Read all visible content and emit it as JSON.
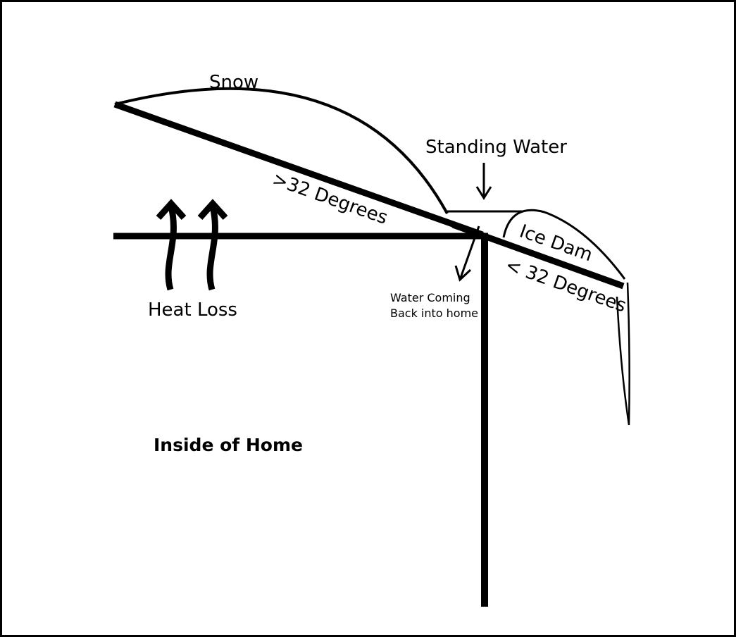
{
  "labels": {
    "snow": "Snow",
    "standing_water": "Standing Water",
    "above_freezing": ">32 Degrees",
    "ice_dam": "Ice Dam",
    "below_freezing": "< 32 Degrees",
    "heat_loss": "Heat Loss",
    "water_line1": "Water Coming",
    "water_line2": "Back into home",
    "inside": "Inside of Home"
  },
  "colors": {
    "stroke": "#000000",
    "background": "#ffffff"
  }
}
